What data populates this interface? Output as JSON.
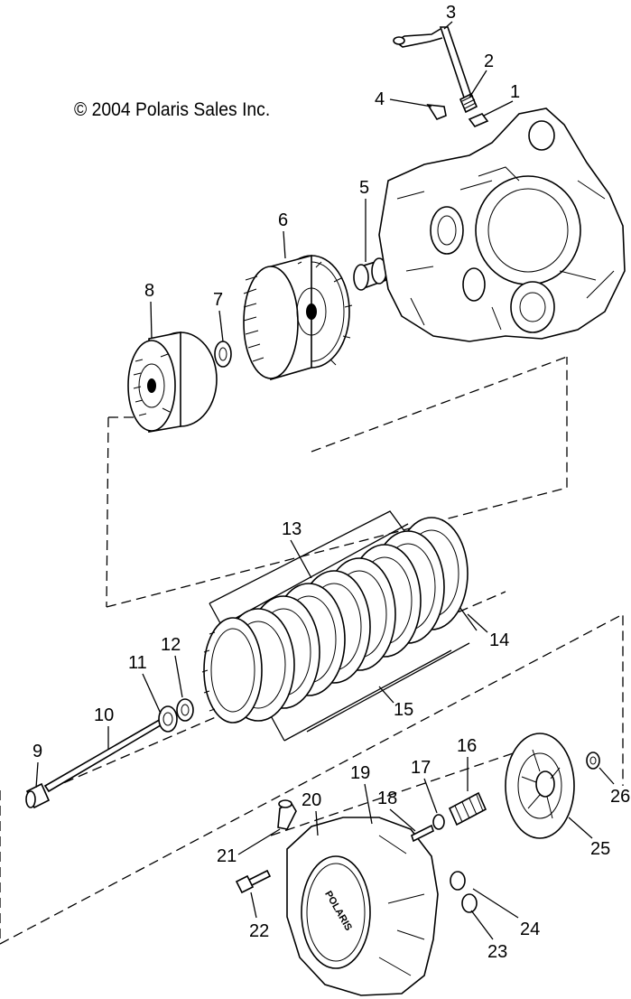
{
  "diagram": {
    "copyright": "© 2004 Polaris Sales Inc.",
    "cover_logo": "POLARIS",
    "callouts": [
      "1",
      "2",
      "3",
      "4",
      "5",
      "6",
      "7",
      "8",
      "9",
      "10",
      "11",
      "12",
      "13",
      "14",
      "15",
      "16",
      "17",
      "18",
      "19",
      "20",
      "21",
      "22",
      "23",
      "24",
      "25",
      "26"
    ]
  }
}
